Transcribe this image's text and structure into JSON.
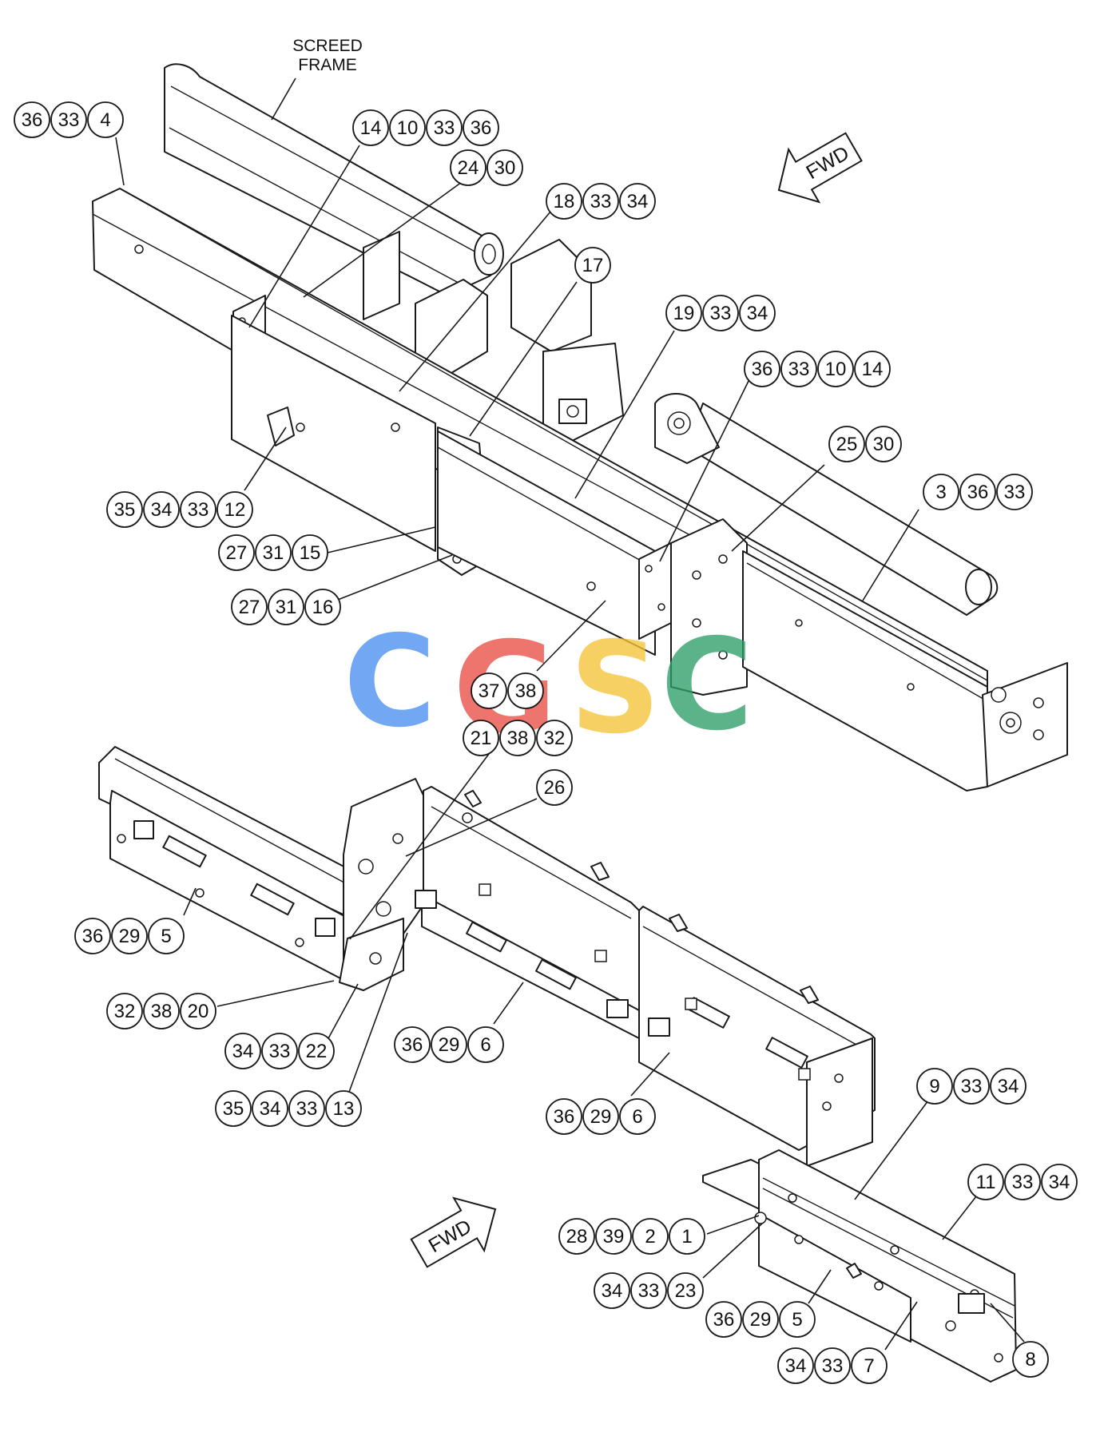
{
  "labels": {
    "screed_frame_line1": "SCREED",
    "screed_frame_line2": "FRAME",
    "fwd_top": "FWD",
    "fwd_bottom": "FWD"
  },
  "watermark": {
    "letters": [
      "C",
      "G",
      "S",
      "C"
    ],
    "colors": [
      "#4a8ff0",
      "#ea4f45",
      "#f6c338",
      "#2ea068"
    ]
  },
  "callouts": [
    {
      "id": "c01",
      "numbers": [
        "36",
        "33",
        "4"
      ]
    },
    {
      "id": "c02",
      "numbers": [
        "14",
        "10",
        "33",
        "36"
      ]
    },
    {
      "id": "c03",
      "numbers": [
        "24",
        "30"
      ]
    },
    {
      "id": "c04",
      "numbers": [
        "18",
        "33",
        "34"
      ]
    },
    {
      "id": "c05",
      "numbers": [
        "17"
      ]
    },
    {
      "id": "c06",
      "numbers": [
        "19",
        "33",
        "34"
      ]
    },
    {
      "id": "c07",
      "numbers": [
        "36",
        "33",
        "10",
        "14"
      ]
    },
    {
      "id": "c08",
      "numbers": [
        "25",
        "30"
      ]
    },
    {
      "id": "c09",
      "numbers": [
        "3",
        "36",
        "33"
      ]
    },
    {
      "id": "c10",
      "numbers": [
        "35",
        "34",
        "33",
        "12"
      ]
    },
    {
      "id": "c11",
      "numbers": [
        "27",
        "31",
        "15"
      ]
    },
    {
      "id": "c12",
      "numbers": [
        "27",
        "31",
        "16"
      ]
    },
    {
      "id": "c13",
      "numbers": [
        "37",
        "38"
      ]
    },
    {
      "id": "c14",
      "numbers": [
        "21",
        "38",
        "32"
      ]
    },
    {
      "id": "c15",
      "numbers": [
        "26"
      ]
    },
    {
      "id": "c16",
      "numbers": [
        "36",
        "29",
        "5"
      ]
    },
    {
      "id": "c17",
      "numbers": [
        "32",
        "38",
        "20"
      ]
    },
    {
      "id": "c18",
      "numbers": [
        "34",
        "33",
        "22"
      ]
    },
    {
      "id": "c19",
      "numbers": [
        "36",
        "29",
        "6"
      ]
    },
    {
      "id": "c20",
      "numbers": [
        "35",
        "34",
        "33",
        "13"
      ]
    },
    {
      "id": "c21",
      "numbers": [
        "36",
        "29",
        "6"
      ]
    },
    {
      "id": "c22",
      "numbers": [
        "9",
        "33",
        "34"
      ]
    },
    {
      "id": "c23",
      "numbers": [
        "11",
        "33",
        "34"
      ]
    },
    {
      "id": "c24",
      "numbers": [
        "28",
        "39",
        "2",
        "1"
      ]
    },
    {
      "id": "c25",
      "numbers": [
        "34",
        "33",
        "23"
      ]
    },
    {
      "id": "c26",
      "numbers": [
        "36",
        "29",
        "5"
      ]
    },
    {
      "id": "c27",
      "numbers": [
        "34",
        "33",
        "7"
      ]
    },
    {
      "id": "c28",
      "numbers": [
        "8"
      ]
    }
  ]
}
